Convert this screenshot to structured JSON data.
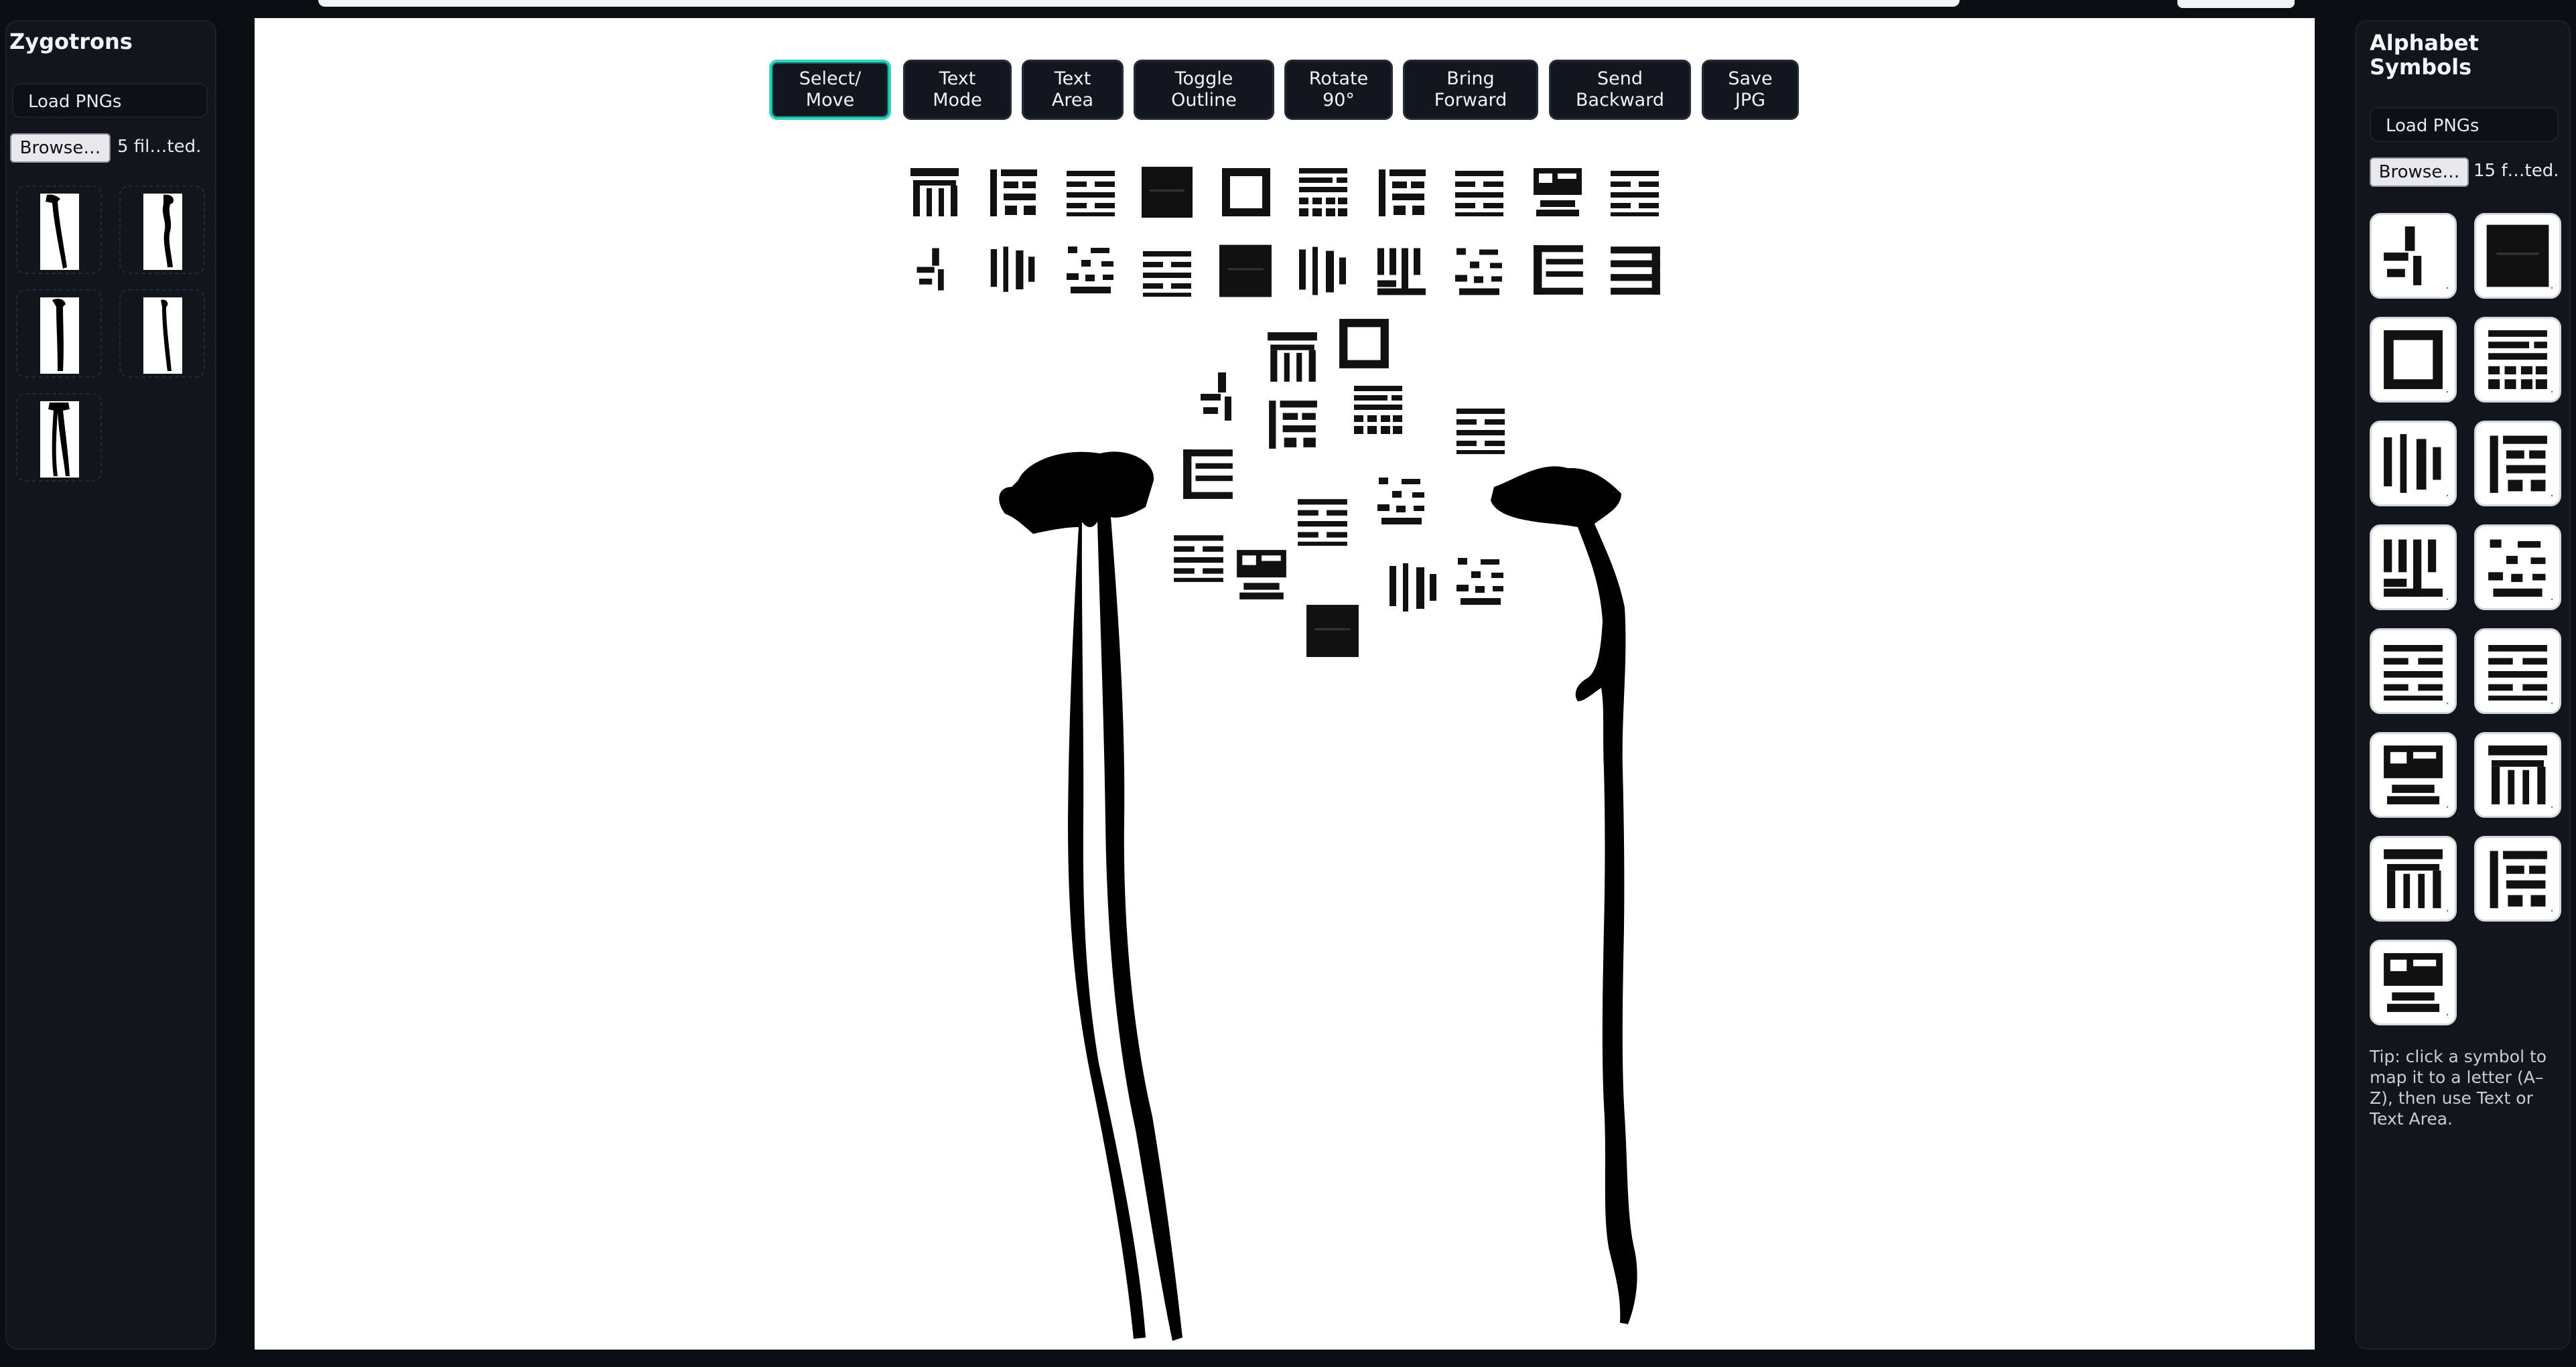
{
  "left_panel": {
    "title": "Zygotrons",
    "load_label": "Load PNGs",
    "browse_label": "Browse…",
    "file_status": "5 fil…ted."
  },
  "right_panel": {
    "title": "Alphabet Symbols",
    "load_label": "Load PNGs",
    "browse_label": "Browse…",
    "file_status": "15 f…ted.",
    "tip": "Tip: click a symbol to map it to a letter (A–Z), then use Text or Text Area."
  },
  "toolbar": {
    "active": "select-move",
    "buttons": [
      {
        "id": "select-move",
        "label": "Select/\nMove"
      },
      {
        "id": "text-mode",
        "label": "Text\nMode"
      },
      {
        "id": "text-area",
        "label": "Text\nArea"
      },
      {
        "id": "toggle-outline",
        "label": "Toggle\nOutline"
      },
      {
        "id": "rotate-90",
        "label": "Rotate\n90°"
      },
      {
        "id": "bring-forward",
        "label": "Bring\nForward"
      },
      {
        "id": "send-backward",
        "label": "Send\nBackward"
      },
      {
        "id": "save-jpg",
        "label": "Save\nJPG"
      }
    ]
  },
  "colors": {
    "background": "#0b0e13",
    "panel": "#11151c",
    "accent": "#2dd4bf",
    "canvas": "#ffffff",
    "ink": "#000000",
    "badge": "#e53935"
  }
}
